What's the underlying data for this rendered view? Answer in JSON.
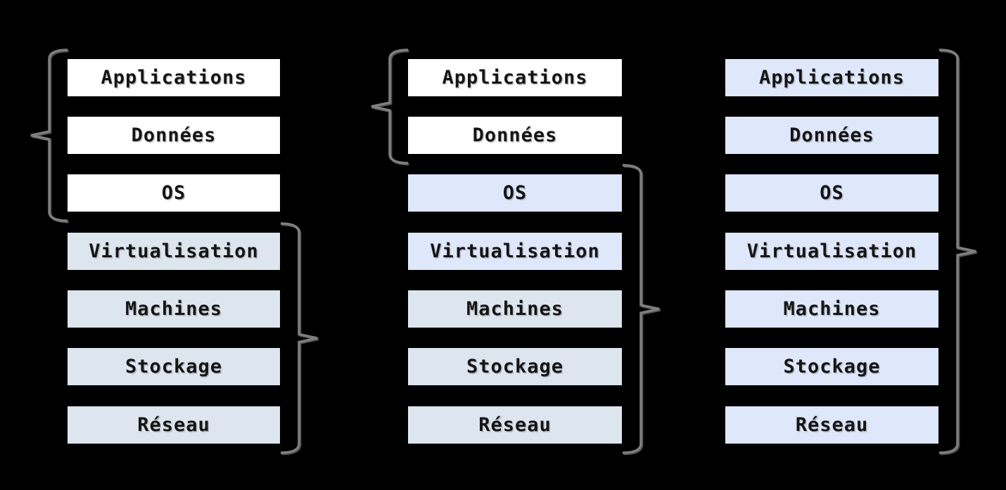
{
  "background_color": "#000000",
  "colors": {
    "box_white": "#ffffff",
    "box_blue_gray": "#dde5ef",
    "box_blue_lavender": "#dfe7fb",
    "box_text": "#151515",
    "brace": "#7f7f7f",
    "brace_shadow": "#4f4f4f"
  },
  "columns": [
    {
      "name": "column-1",
      "layers": [
        {
          "label": "Applications",
          "variant": "white"
        },
        {
          "label": "Données",
          "variant": "white"
        },
        {
          "label": "OS",
          "variant": "white"
        },
        {
          "label": "Virtualisation",
          "variant": "blue_gray"
        },
        {
          "label": "Machines",
          "variant": "blue_gray"
        },
        {
          "label": "Stockage",
          "variant": "blue_gray"
        },
        {
          "label": "Réseau",
          "variant": "blue_gray"
        }
      ]
    },
    {
      "name": "column-2",
      "layers": [
        {
          "label": "Applications",
          "variant": "white"
        },
        {
          "label": "Données",
          "variant": "white"
        },
        {
          "label": "OS",
          "variant": "blue_lavender"
        },
        {
          "label": "Virtualisation",
          "variant": "blue_lavender"
        },
        {
          "label": "Machines",
          "variant": "blue_gray"
        },
        {
          "label": "Stockage",
          "variant": "blue_gray"
        },
        {
          "label": "Réseau",
          "variant": "blue_gray"
        }
      ]
    },
    {
      "name": "column-3",
      "layers": [
        {
          "label": "Applications",
          "variant": "blue_lavender"
        },
        {
          "label": "Données",
          "variant": "blue_lavender"
        },
        {
          "label": "OS",
          "variant": "blue_lavender"
        },
        {
          "label": "Virtualisation",
          "variant": "blue_lavender"
        },
        {
          "label": "Machines",
          "variant": "blue_lavender"
        },
        {
          "label": "Stockage",
          "variant": "blue_lavender"
        },
        {
          "label": "Réseau",
          "variant": "blue_lavender"
        }
      ]
    }
  ],
  "braces": [
    {
      "column": 1,
      "side": "left",
      "from_layer": 0,
      "to_layer": 2
    },
    {
      "column": 1,
      "side": "right",
      "from_layer": 3,
      "to_layer": 6
    },
    {
      "column": 2,
      "side": "left",
      "from_layer": 0,
      "to_layer": 1
    },
    {
      "column": 2,
      "side": "right",
      "from_layer": 2,
      "to_layer": 6
    },
    {
      "column": 3,
      "side": "right",
      "from_layer": 0,
      "to_layer": 6
    }
  ]
}
